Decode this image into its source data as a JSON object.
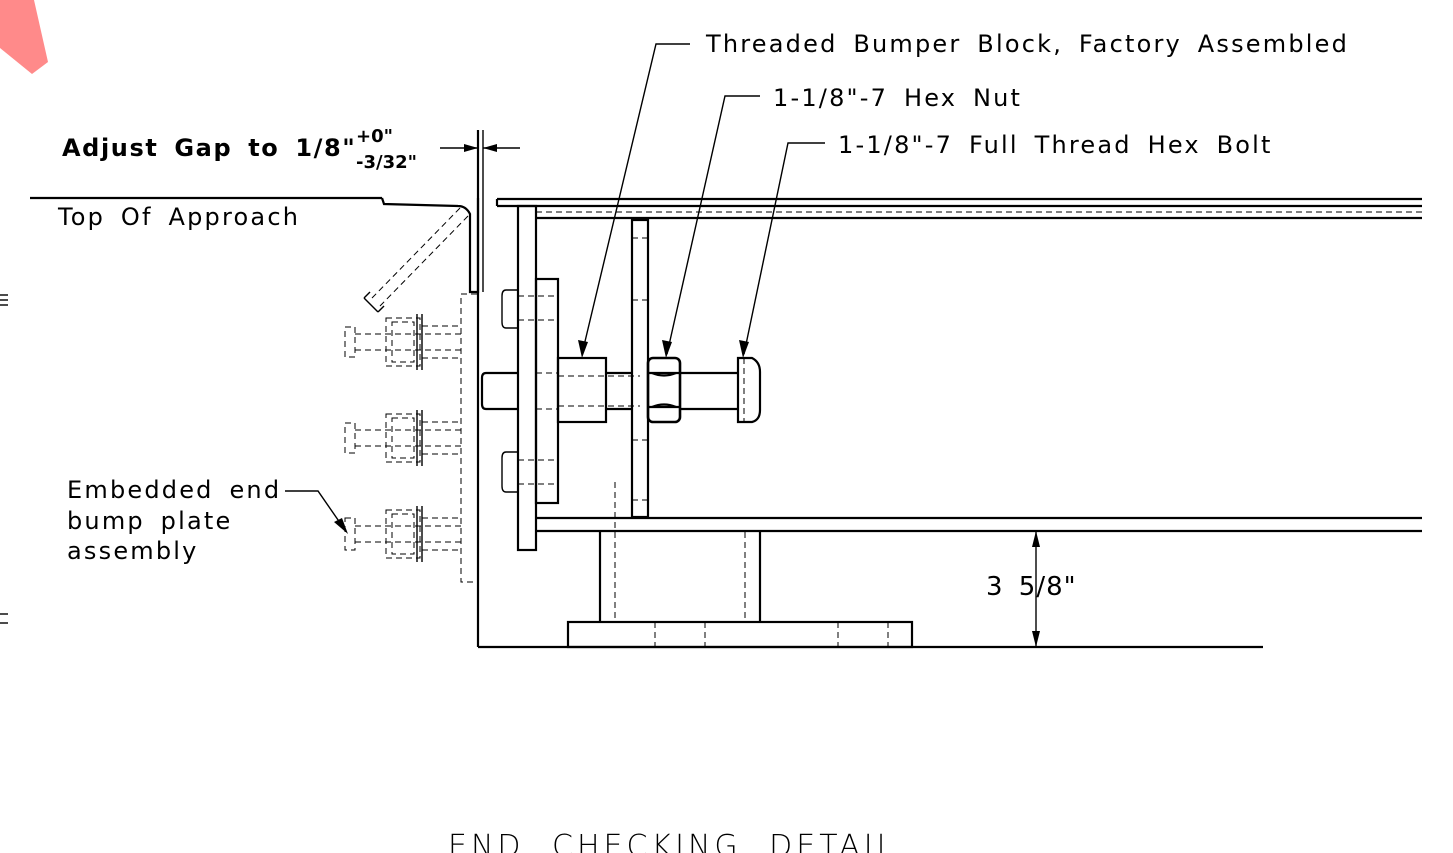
{
  "labels": {
    "bumper_block": "Threaded Bumper Block, Factory Assembled",
    "hex_nut": "1-1/8\"-7 Hex Nut",
    "hex_bolt": "1-1/8\"-7 Full Thread Hex Bolt",
    "adjust_gap": "Adjust Gap to 1/8\"",
    "tolerance_plus": "+0\"",
    "tolerance_minus": "-3/32\"",
    "top_of_approach": "Top Of Approach",
    "embedded_line1": "Embedded end",
    "embedded_line2": "bump plate",
    "embedded_line3": "assembly",
    "dimension_height": "3 5/8\"",
    "detail_title": "END CHECKING DETAIL"
  },
  "colors": {
    "line": "#000000",
    "background": "#ffffff",
    "corner_mark": "#ff8080"
  }
}
